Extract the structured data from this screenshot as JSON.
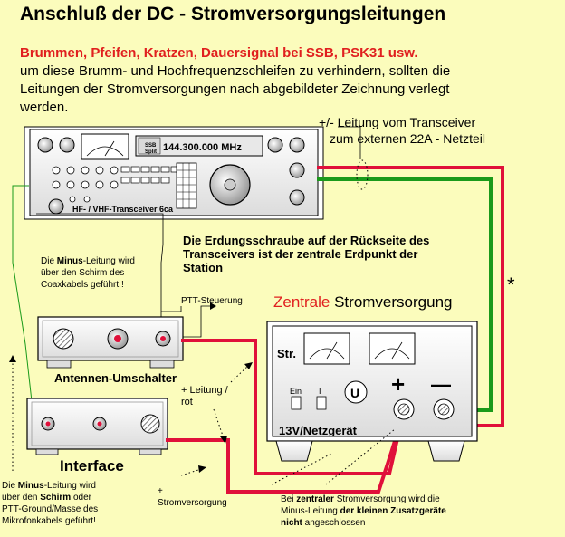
{
  "title": "Anschluß der DC - Stromversorgungsleitungen",
  "subtitle": "Brummen, Pfeifen, Kratzen, Dauersignal bei SSB, PSK31 usw.",
  "intro_lines": [
    "um diese Brumm- und Hochfrequenzschleifen zu verhindern, sollten die",
    "Leitungen der Stromversorgungen nach abgebildeter Zeichnung verlegt",
    "werden."
  ],
  "transceiver": {
    "frequency": "144.300.000 MHz",
    "mode_top": "SSB",
    "mode_bottom": "Split",
    "label": "HF- / VHF-Transceiver 6ca"
  },
  "lead_note": {
    "line1": "+/-  Leitung vom Transceiver",
    "line2": "zum externen  22A - Netzteil"
  },
  "ground_note": {
    "line1": "Die Erdungsschraube auf der Rückseite des",
    "line2": "Transceivers ist der zentrale Erdpunkt der",
    "line3": "Station"
  },
  "asterisk": "*",
  "minus_coax_note": {
    "pre": "Die ",
    "bold": "Minus",
    "post": "-Leitung wird",
    "line2": "über den Schirm des",
    "line3": "Coaxkabels geführt !"
  },
  "ptt_label": "PTT-Steuerung",
  "psu_title": {
    "colored": "Zentrale",
    "rest": " Stromversorgung"
  },
  "psu": {
    "str_label": "Str.",
    "switch_on": "Ein",
    "switch_i": "I",
    "u_label": "U",
    "plus_sign": "+",
    "minus_sign": "—",
    "label": "13V/Netzgerät"
  },
  "antenna_switch_label": "Antennen-Umschalter",
  "interface_label": "Interface",
  "plus_lead_note": {
    "line1": "+  Leitung /",
    "line2": "rot"
  },
  "plus_supply_note": {
    "line1": "+",
    "line2": "Stromversorgung"
  },
  "minus_mic_note": {
    "l1_pre": "Die ",
    "l1_bold": "Minus",
    "l1_post": "-Leitung wird",
    "l2_pre": "über den ",
    "l2_bold": "Schirm",
    "l2_post": " oder",
    "line3": "PTT-Ground/Masse des",
    "line4": "Mikrofonkabels geführt!"
  },
  "central_note": {
    "l1_pre": "Bei ",
    "l1_bold": "zentraler",
    "l1_post": " Stromversorgung wird die",
    "l2_pre": "Minus-Leitung ",
    "l2_bold": "der kleinen Zusatzgeräte",
    "l3_bold": "nicht",
    "l3_post": " angeschlossen !"
  },
  "colors": {
    "background": "#fbfcbc",
    "subtitle_red": "#e0201f",
    "wire_red": "#e0103a",
    "wire_green": "#1a9a1a",
    "psu_title_red": "#e0201f"
  }
}
